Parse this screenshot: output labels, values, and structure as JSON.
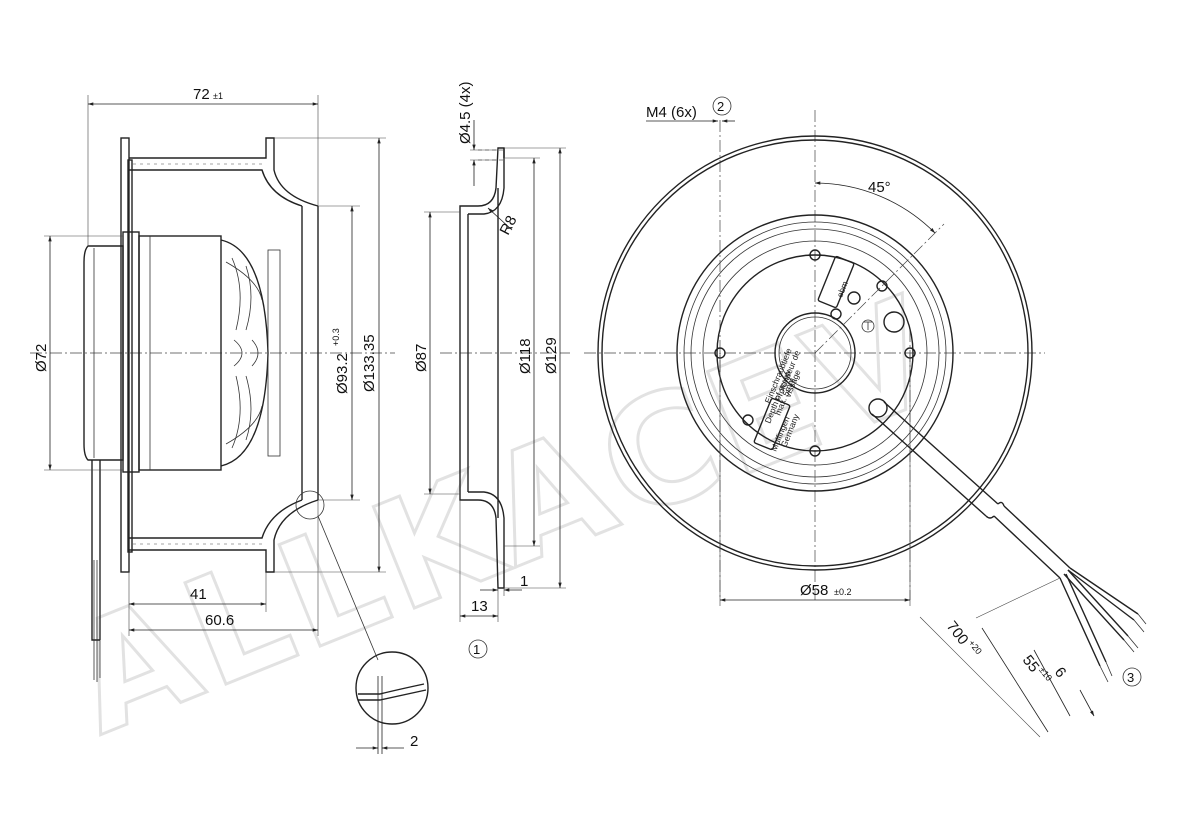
{
  "watermark": "ALLKACEV",
  "dimensions": {
    "width_72": "72",
    "width_72_tol": "±1",
    "dia_72": "Ø72",
    "dia_93": "Ø93.2",
    "dia_93_tol": "+0.3",
    "dia_133": "Ø133.35",
    "len_41": "41",
    "len_60": "60.6",
    "hole": "Ø4.5 (4x)",
    "radius": "R8",
    "dia_87": "Ø87",
    "dia_118": "Ø118",
    "dia_129": "Ø129",
    "len_13": "13",
    "len_1": "1",
    "detail_2": "2",
    "m4": "M4 (6x)",
    "angle": "45°",
    "dia_58": "Ø58",
    "dia_58_tol": "±0.2",
    "cable_700": "700",
    "cable_700_tol": "+20",
    "cable_55": "55",
    "cable_55_tol": "±10",
    "cable_6": "6"
  },
  "callouts": {
    "c1": "1",
    "c2": "2",
    "c3": "3"
  },
  "rotor_labels": {
    "line1": "Einschraubtiefe",
    "line2": "Profondeur de",
    "line3": "vissage",
    "line4": "Depth of screw",
    "line5": "max. 5mm",
    "brand1": "Mulfingen",
    "brand2": "Germany",
    "brand3": "ebm"
  },
  "colors": {
    "line": "#222222",
    "watermark": "#e2e2e2"
  }
}
